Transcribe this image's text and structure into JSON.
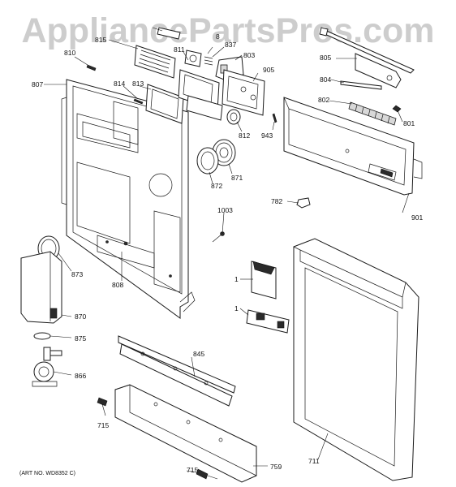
{
  "watermark": "AppliancePartsPros.com",
  "art_number": "(ART NO. WD8352 C)",
  "labels": [
    {
      "id": "lbl-815",
      "text": "815"
    },
    {
      "id": "lbl-8",
      "text": "8"
    },
    {
      "id": "lbl-810",
      "text": "810"
    },
    {
      "id": "lbl-811",
      "text": "811"
    },
    {
      "id": "lbl-837",
      "text": "837"
    },
    {
      "id": "lbl-803",
      "text": "803"
    },
    {
      "id": "lbl-805",
      "text": "805"
    },
    {
      "id": "lbl-807",
      "text": "807"
    },
    {
      "id": "lbl-814",
      "text": "814"
    },
    {
      "id": "lbl-813",
      "text": "813"
    },
    {
      "id": "lbl-905",
      "text": "905"
    },
    {
      "id": "lbl-804",
      "text": "804"
    },
    {
      "id": "lbl-802",
      "text": "802"
    },
    {
      "id": "lbl-801",
      "text": "801"
    },
    {
      "id": "lbl-812",
      "text": "812"
    },
    {
      "id": "lbl-943",
      "text": "943"
    },
    {
      "id": "lbl-871",
      "text": "871"
    },
    {
      "id": "lbl-872",
      "text": "872"
    },
    {
      "id": "lbl-782",
      "text": "782"
    },
    {
      "id": "lbl-1003",
      "text": "1003"
    },
    {
      "id": "lbl-901",
      "text": "901"
    },
    {
      "id": "lbl-873",
      "text": "873"
    },
    {
      "id": "lbl-808",
      "text": "808"
    },
    {
      "id": "lbl-1a",
      "text": "1"
    },
    {
      "id": "lbl-1b",
      "text": "1"
    },
    {
      "id": "lbl-870",
      "text": "870"
    },
    {
      "id": "lbl-875",
      "text": "875"
    },
    {
      "id": "lbl-845",
      "text": "845"
    },
    {
      "id": "lbl-866",
      "text": "866"
    },
    {
      "id": "lbl-715a",
      "text": "715"
    },
    {
      "id": "lbl-711",
      "text": "711"
    },
    {
      "id": "lbl-715b",
      "text": "715"
    },
    {
      "id": "lbl-759",
      "text": "759"
    }
  ]
}
